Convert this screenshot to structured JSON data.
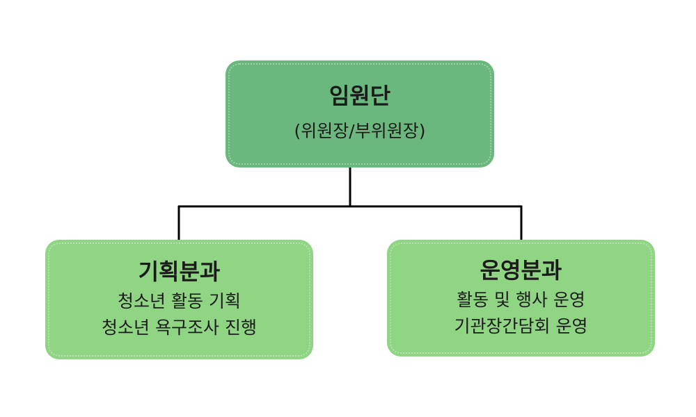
{
  "top_node": {
    "title": "임원단",
    "subtitle": "(위원장/부위원장)"
  },
  "left_node": {
    "title": "기획분과",
    "lines": [
      "청소년 활동 기획",
      "청소년 욕구조사 진행"
    ]
  },
  "right_node": {
    "title": "운영분과",
    "lines": [
      "활동 및 행사 운영",
      "기관장간담회 운영"
    ]
  },
  "colors": {
    "top_fill": "#6bb87f",
    "branch_fill": "#8fd584",
    "connector": "#000000",
    "text": "#1b1b1b"
  }
}
